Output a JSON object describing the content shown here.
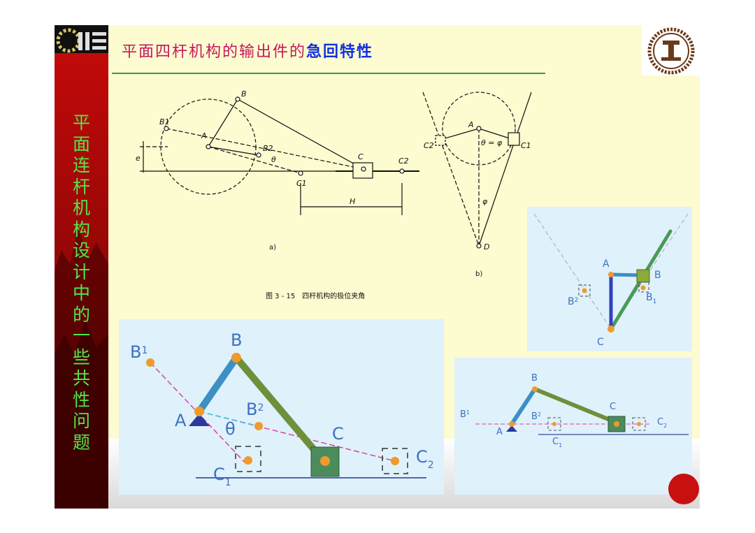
{
  "header": {
    "title_prefix": "平面四杆机构的输出件的",
    "title_emphasis": "急回特性"
  },
  "sidebar": {
    "chars": [
      "平",
      "面",
      "连",
      "杆",
      "机",
      "构",
      "设",
      "计",
      "中",
      "的",
      "一",
      "些",
      "共",
      "性",
      "问",
      "题"
    ]
  },
  "figure": {
    "caption": "图 3 - 15　四杆机构的极位夹角",
    "label_a": "a)",
    "label_b": "b)",
    "labels_a": {
      "B": "B",
      "B1": "B1",
      "A": "A",
      "B2": "B2",
      "C": "C",
      "C1": "C1",
      "C2": "C2",
      "theta": "θ",
      "e": "e",
      "H": "H"
    },
    "labels_b": {
      "A": "A",
      "C2": "C2",
      "C1": "C1",
      "theta_eq": "θ = φ",
      "phi": "φ",
      "D": "D"
    }
  },
  "panel_a": {
    "B1": "B",
    "B1_sub": "1",
    "B": "B",
    "A": "A",
    "B2": "B",
    "B2_sub": "2",
    "theta": "θ",
    "C": "C",
    "C1": "C",
    "C1_sub": "1",
    "C2": "C",
    "C2_sub": "2"
  },
  "panel_b": {
    "A": "A",
    "B": "B",
    "B2": "B",
    "B2_sub": "2",
    "B1": "B",
    "B1_sub": "1",
    "C": "C"
  },
  "panel_c": {
    "B": "B",
    "C": "C",
    "B1": "B",
    "B1_sub": "1",
    "A": "A",
    "B2": "B",
    "B2_sub": "2",
    "C2": "C",
    "C2_sub": "2",
    "C1": "C",
    "C1_sub": "1"
  },
  "colors": {
    "accent_title": "#c2185b",
    "emphasis": "#1030e0",
    "sidebar_text": "#52e84a",
    "crank": "#3d8fc4",
    "coupler": "#6f8f3a",
    "slider": "#4c8c5c",
    "pin": "#f09a2a"
  }
}
